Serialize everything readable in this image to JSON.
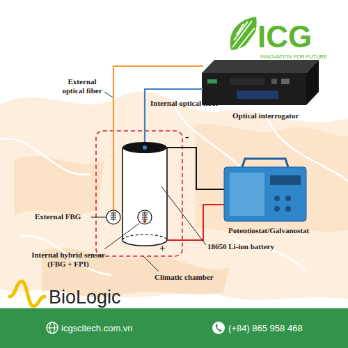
{
  "diagram": {
    "nodes": [
      {
        "text": [
          "icgscitech.com.vn",
          "(+84) 865 958 468"
        ]
      }
    ],
    "labels": [
      "ICG",
      "INNOVATION FOR FUTURE",
      "External optical fiber",
      "Internal optical fiber",
      "Optical interrogator",
      "-",
      "External FBG",
      "Potentiostat/Galvanostat",
      "+",
      "18650 Li-ion battery",
      "Internal hybrid sensor (FBG + FPI)",
      "Climatic chamber",
      "BioLogic"
    ]
  }
}
